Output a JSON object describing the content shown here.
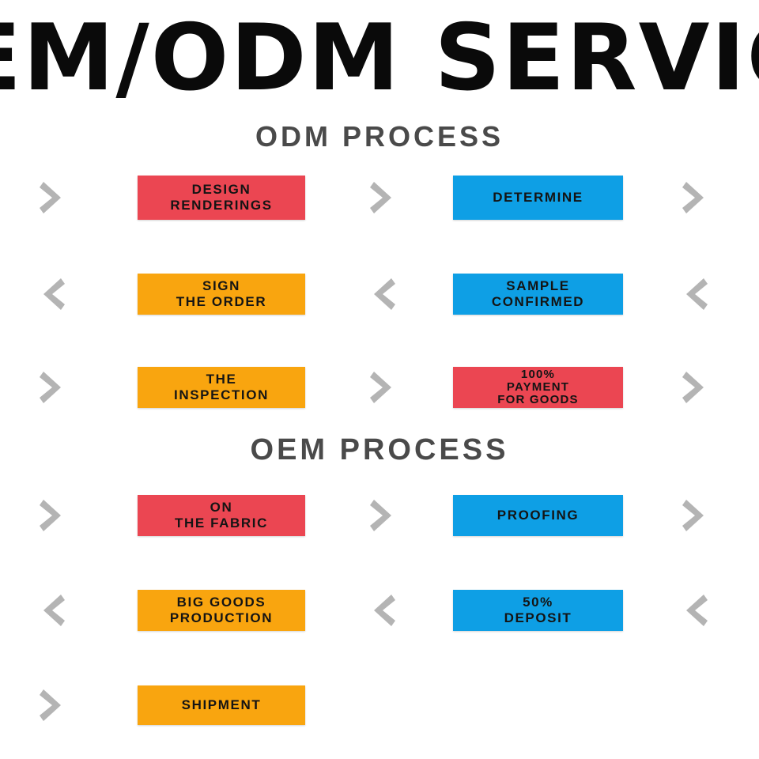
{
  "banner": {
    "title": "OEM/ODM SERVICE",
    "note": "clipped-left-and-right"
  },
  "colors": {
    "red": "#EB4652",
    "blue": "#0E9FE5",
    "orange": "#F9A50F",
    "chevron_gray": "#B4B4B4",
    "heading_gray": "#4A4A4A",
    "box_text": "#141414",
    "background": "#FFFFFF"
  },
  "sections": [
    {
      "id": "odm",
      "heading": "ODM PROCESS",
      "rows": [
        {
          "direction": "right",
          "chevrons": 3,
          "boxes": [
            {
              "lines": [
                "DESIGN",
                "RENDERINGS"
              ],
              "color_key": "red"
            },
            {
              "lines": [
                "DETERMINE"
              ],
              "color_key": "blue"
            }
          ]
        },
        {
          "direction": "left",
          "chevrons": 3,
          "boxes": [
            {
              "lines": [
                "SIGN",
                "THE ORDER"
              ],
              "color_key": "orange"
            },
            {
              "lines": [
                "SAMPLE",
                "CONFIRMED"
              ],
              "color_key": "blue"
            }
          ]
        },
        {
          "direction": "right",
          "chevrons": 3,
          "boxes": [
            {
              "lines": [
                "THE",
                "INSPECTION"
              ],
              "color_key": "orange"
            },
            {
              "lines": [
                "100%",
                "PAYMENT",
                "FOR GOODS"
              ],
              "color_key": "red"
            }
          ]
        }
      ]
    },
    {
      "id": "oem",
      "heading": "OEM PROCESS",
      "rows": [
        {
          "direction": "right",
          "chevrons": 3,
          "boxes": [
            {
              "lines": [
                "ON",
                "THE FABRIC"
              ],
              "color_key": "red"
            },
            {
              "lines": [
                "PROOFING"
              ],
              "color_key": "blue"
            }
          ]
        },
        {
          "direction": "left",
          "chevrons": 3,
          "boxes": [
            {
              "lines": [
                "BIG GOODS",
                "PRODUCTION"
              ],
              "color_key": "orange"
            },
            {
              "lines": [
                "50%",
                "DEPOSIT"
              ],
              "color_key": "blue"
            }
          ]
        },
        {
          "direction": "right",
          "chevrons": 1,
          "boxes": [
            {
              "lines": [
                "SHIPMENT"
              ],
              "color_key": "orange"
            }
          ]
        }
      ]
    }
  ],
  "row_labels": {
    "r1": "process-row-design-renderings",
    "r2": "process-row-sign-the-order",
    "r3": "process-row-the-inspection",
    "r4": "process-row-on-the-fabric",
    "r5": "process-row-big-goods-production",
    "r6": "process-row-shipment"
  }
}
